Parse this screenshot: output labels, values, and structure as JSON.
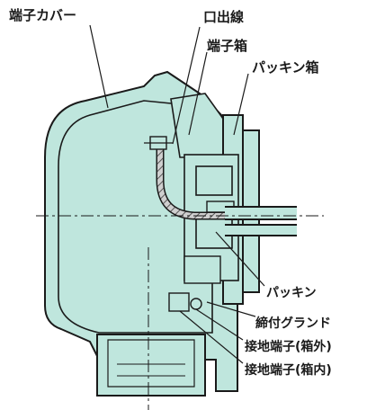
{
  "colors": {
    "body_fill": "#bfe6dd",
    "outline": "#1a1a1a",
    "cable": "#7a7a7a"
  },
  "labels": {
    "terminal_cover": "端子カバー",
    "lead_wire": "口出線",
    "terminal_box": "端子箱",
    "packing_box": "パッキン箱",
    "packing": "パッキン",
    "clamp_gland": "締付グランド",
    "ground_outside": "接地端子(箱外)",
    "ground_inside": "接地端子(箱内)"
  }
}
